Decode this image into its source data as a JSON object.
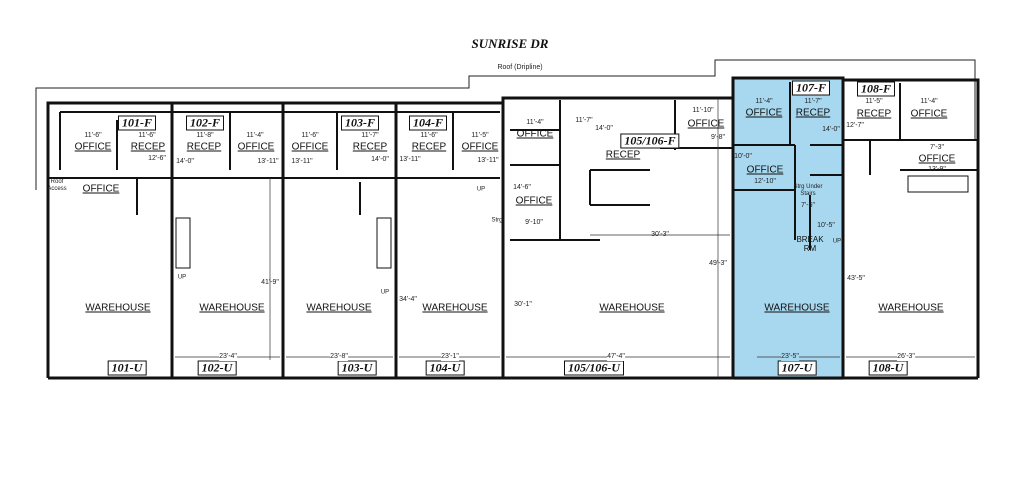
{
  "title": "SUNRISE DR",
  "roof_label": "Roof (Dripline)",
  "roof_access": "Roof Access",
  "highlight_color": "#a8d8f0",
  "units": {
    "u101": {
      "front": "101-F",
      "rear": "101-U"
    },
    "u102": {
      "front": "102-F",
      "rear": "102-U"
    },
    "u103": {
      "front": "103-F",
      "rear": "103-U"
    },
    "u104": {
      "front": "104-F",
      "rear": "104-U"
    },
    "u105": {
      "front": "105/106-F",
      "rear": "105/106-U"
    },
    "u107": {
      "front": "107-F",
      "rear": "107-U",
      "highlighted": true
    },
    "u108": {
      "front": "108-F",
      "rear": "108-U"
    }
  },
  "rooms": {
    "office": "OFFICE",
    "recep": "RECEP",
    "warehouse": "WAREHOUSE",
    "break_rm": "BREAK RM",
    "strg": "Strg",
    "strg_under_stairs": "Strg Under Stairs",
    "up": "UP"
  },
  "dimensions": {
    "d1": "11'-6\"",
    "d2": "11'-6\"",
    "d3": "12'-6\"",
    "d4": "11'-8\"",
    "d5": "14'-0\"",
    "d6": "11'-4\"",
    "d7": "13'-11\"",
    "d8": "11'-6\"",
    "d9": "13'-11\"",
    "d10": "11'-7\"",
    "d11": "14'-0\"",
    "d12": "11'-6\"",
    "d13": "13'-11\"",
    "d14": "11'-5\"",
    "d15": "13'-11\"",
    "d16": "11'-4\"",
    "d17": "11'-7\"",
    "d18": "14'-0\"",
    "d19": "11'-10\"",
    "d20": "9'-8\"",
    "d21": "14'-6\"",
    "d22": "9'-10\"",
    "d23": "30'-3\"",
    "d24": "11'-4\"",
    "d25": "11'-7\"",
    "d26": "14'-0\"",
    "d27": "10'-0\"",
    "d28": "12'-10\"",
    "d29": "7'-6\"",
    "d30": "10'-5\"",
    "d31": "11'-5\"",
    "d32": "12'-7\"",
    "d33": "11'-4\"",
    "d34": "7'-3\"",
    "d35": "13'-9\"",
    "d36": "41'-9\"",
    "d37": "34'-4\"",
    "d38": "30'-1\"",
    "d39": "49'-3\"",
    "d40": "43'-5\"",
    "d41": "23'-4\"",
    "d42": "23'-8\"",
    "d43": "23'-1\"",
    "d44": "47'-4\"",
    "d45": "23'-5\"",
    "d46": "26'-3\""
  }
}
